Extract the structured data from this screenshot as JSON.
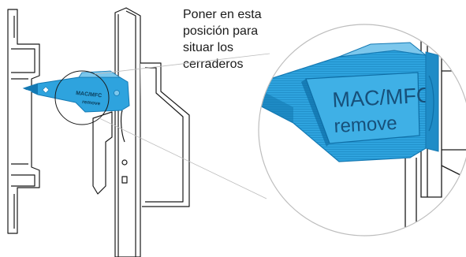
{
  "caption": {
    "lines": [
      "Poner en esta",
      "posición para",
      "situar los",
      "cerraderos"
    ]
  },
  "tool_label": {
    "line1": "MAC/MFC",
    "line2": "remove"
  },
  "colors": {
    "tool": "#2ea3de",
    "tool_dark": "#1479b3",
    "tool_light": "#7cc7ec",
    "outline": "#1a1a1a",
    "magnifier_border": "#bdbdbd",
    "background": "#ffffff"
  },
  "icons": [
    "magnifier-circle",
    "slide-lock-tool",
    "door-frame",
    "cabinet-hinge-plate"
  ]
}
